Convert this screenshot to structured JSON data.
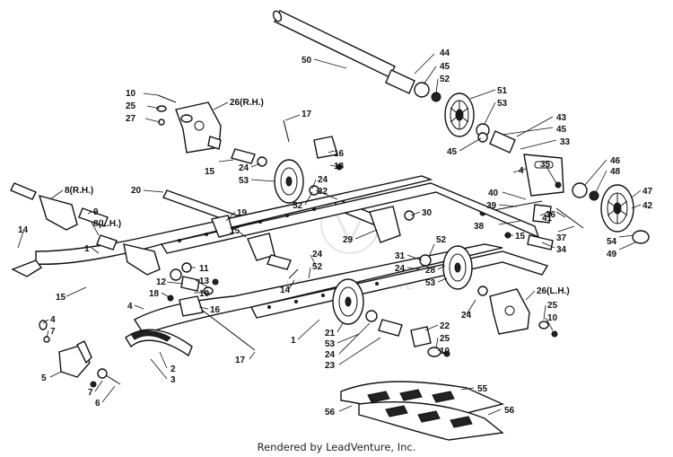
{
  "credit": "Rendered by LeadVenture, Inc.",
  "watermark": "LEADVENTURE",
  "callouts": [
    {
      "label": "50"
    },
    {
      "label": "44"
    },
    {
      "label": "45"
    },
    {
      "label": "52"
    },
    {
      "label": "51"
    },
    {
      "label": "53"
    },
    {
      "label": "43"
    },
    {
      "label": "45"
    },
    {
      "label": "33"
    },
    {
      "label": "45"
    },
    {
      "label": "46"
    },
    {
      "label": "48"
    },
    {
      "label": "35"
    },
    {
      "label": "4"
    },
    {
      "label": "40"
    },
    {
      "label": "39"
    },
    {
      "label": "47"
    },
    {
      "label": "42"
    },
    {
      "label": "36"
    },
    {
      "label": "37"
    },
    {
      "label": "41"
    },
    {
      "label": "38"
    },
    {
      "label": "15"
    },
    {
      "label": "34"
    },
    {
      "label": "54"
    },
    {
      "label": "49"
    },
    {
      "label": "10"
    },
    {
      "label": "25"
    },
    {
      "label": "27"
    },
    {
      "label": "26(R.H.)"
    },
    {
      "label": "17"
    },
    {
      "label": "16"
    },
    {
      "label": "18"
    },
    {
      "label": "15"
    },
    {
      "label": "24"
    },
    {
      "label": "53"
    },
    {
      "label": "24"
    },
    {
      "label": "32"
    },
    {
      "label": "20"
    },
    {
      "label": "52"
    },
    {
      "label": "30"
    },
    {
      "label": "19"
    },
    {
      "label": "29"
    },
    {
      "label": "52"
    },
    {
      "label": "8(R.H.)"
    },
    {
      "label": "9"
    },
    {
      "label": "8(L.H.)"
    },
    {
      "label": "14"
    },
    {
      "label": "1"
    },
    {
      "label": "15"
    },
    {
      "label": "11"
    },
    {
      "label": "12"
    },
    {
      "label": "13"
    },
    {
      "label": "10"
    },
    {
      "label": "14"
    },
    {
      "label": "15"
    },
    {
      "label": "24"
    },
    {
      "label": "52"
    },
    {
      "label": "31"
    },
    {
      "label": "24"
    },
    {
      "label": "28"
    },
    {
      "label": "53"
    },
    {
      "label": "24"
    },
    {
      "label": "26(L.H.)"
    },
    {
      "label": "25"
    },
    {
      "label": "10"
    },
    {
      "label": "18"
    },
    {
      "label": "16"
    },
    {
      "label": "4"
    },
    {
      "label": "4"
    },
    {
      "label": "7"
    },
    {
      "label": "21"
    },
    {
      "label": "53"
    },
    {
      "label": "24"
    },
    {
      "label": "23"
    },
    {
      "label": "22"
    },
    {
      "label": "25"
    },
    {
      "label": "10"
    },
    {
      "label": "1"
    },
    {
      "label": "5"
    },
    {
      "label": "2"
    },
    {
      "label": "3"
    },
    {
      "label": "7"
    },
    {
      "label": "6"
    },
    {
      "label": "17"
    },
    {
      "label": "55"
    },
    {
      "label": "56"
    },
    {
      "label": "56"
    }
  ]
}
